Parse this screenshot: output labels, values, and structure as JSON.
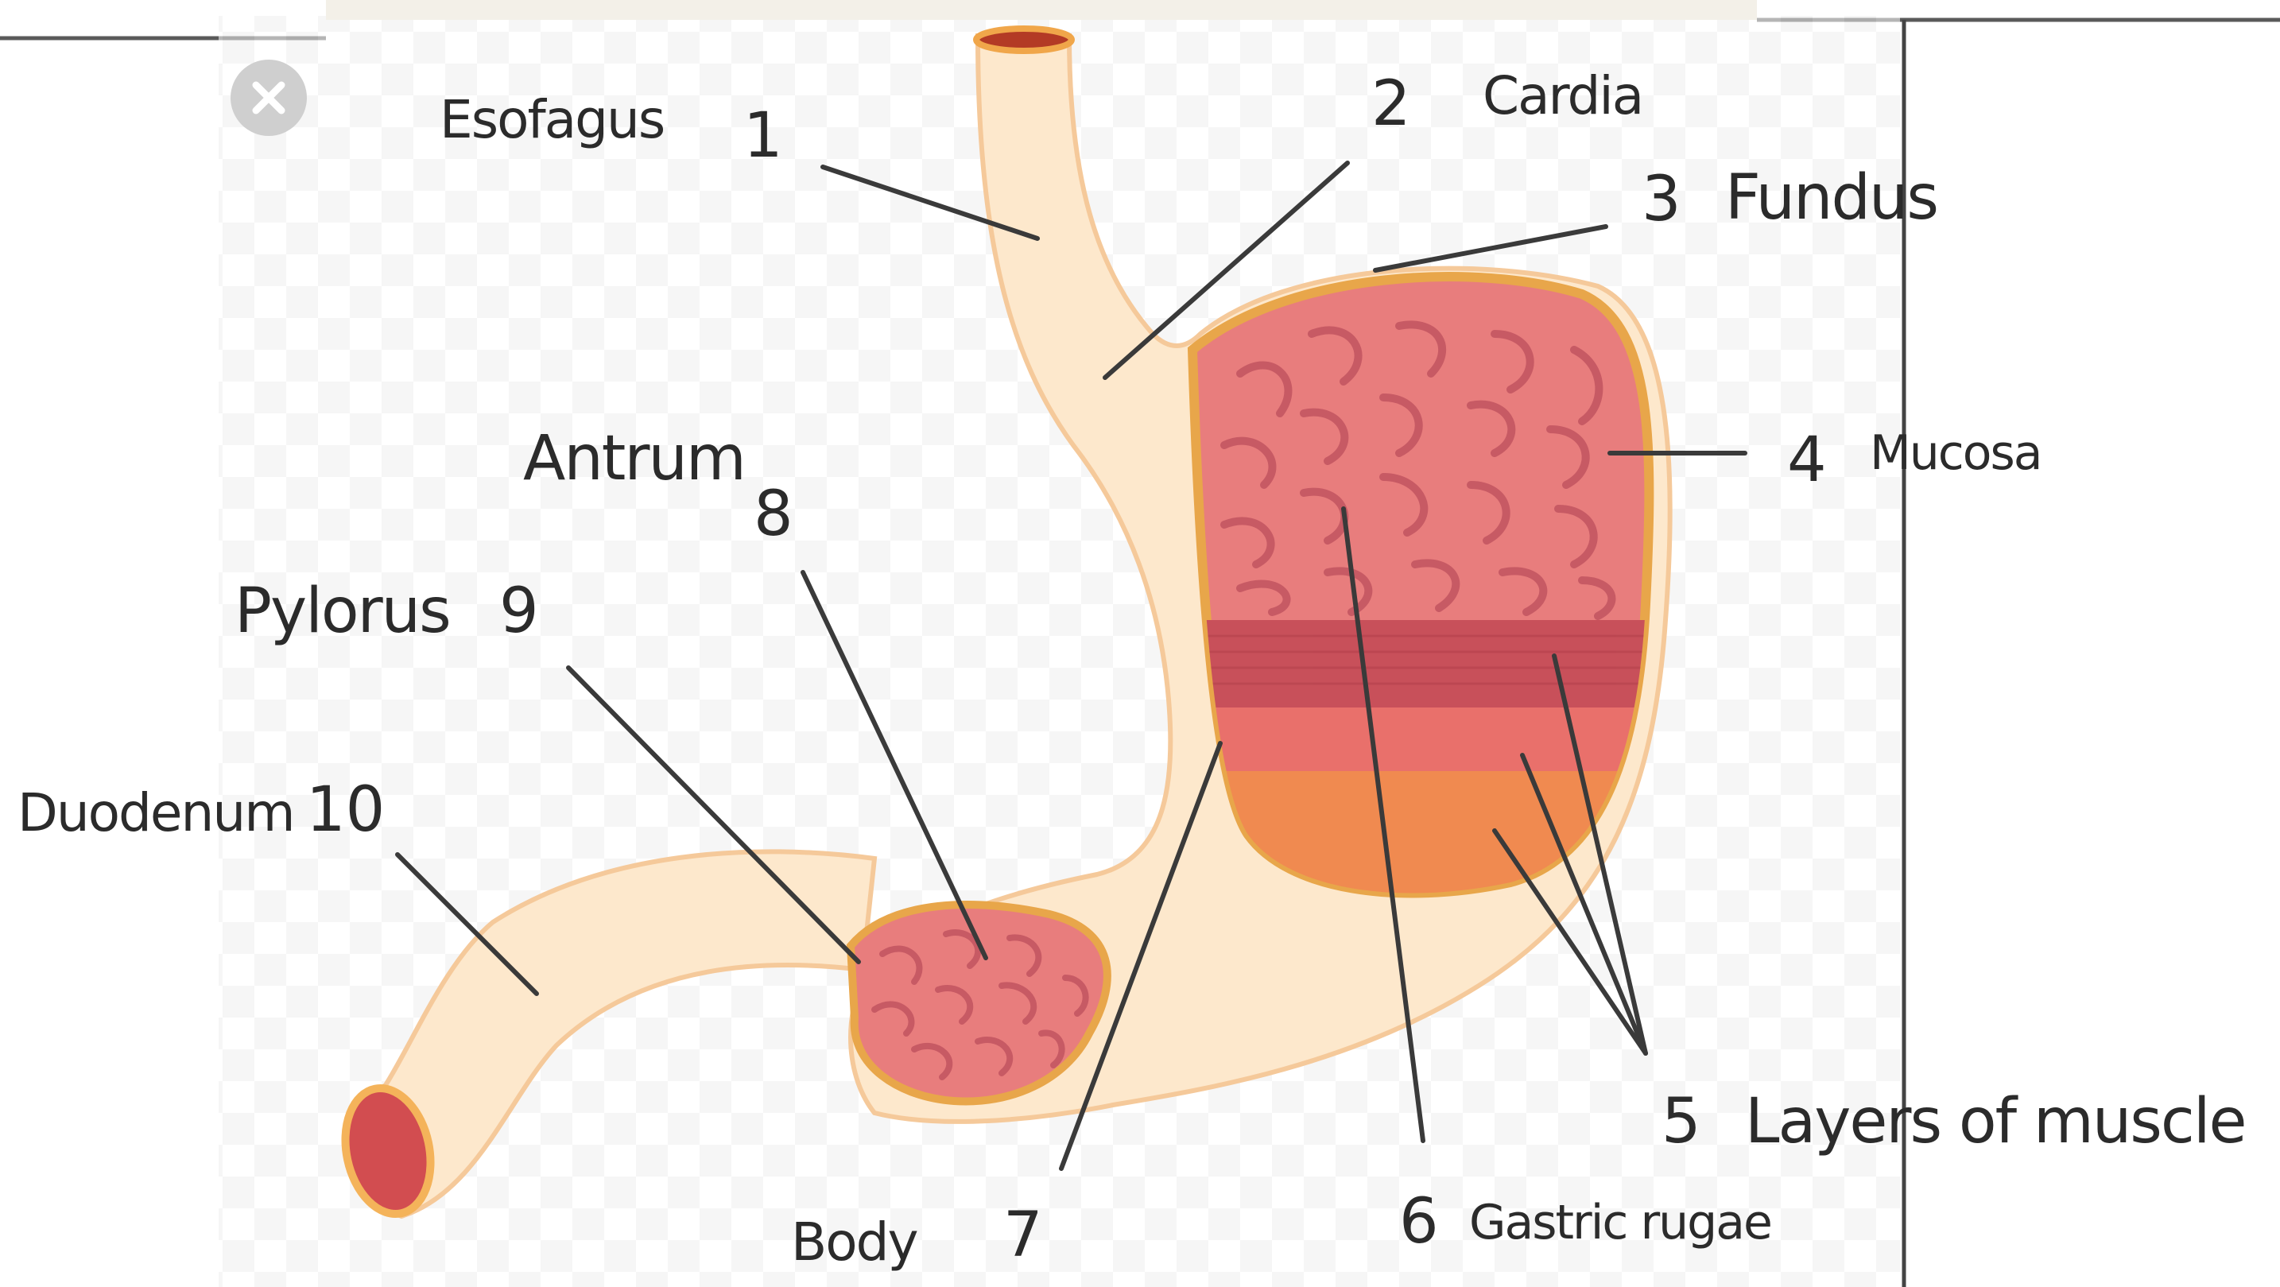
{
  "diagram": {
    "labels": {
      "esofagus": "Esofagus",
      "n1": "1",
      "n2": "2",
      "cardia": "Cardia",
      "n3": "3",
      "fundus": "Fundus",
      "n4": "4",
      "mucosa": "Mucosa",
      "antrum": "Antrum",
      "n8": "8",
      "pylorus": "Pylorus",
      "n9": "9",
      "duodenum": "Duodenum",
      "n10": "10",
      "n5": "5",
      "layers": "Layers of muscle",
      "n6": "6",
      "rugae": "Gastric rugae",
      "body": "Body",
      "n7": "7"
    }
  },
  "colors": {
    "tissue": "#fde8cc",
    "tissue_edge": "#f5c99a",
    "mucosa": "#e87d7d",
    "rugae": "#c75a64",
    "muscle_dark": "#c8505a",
    "muscle_mid": "#e9706b",
    "muscle_light": "#f08a50",
    "outline": "#e8a64a",
    "leader": "#3a3a3a"
  }
}
